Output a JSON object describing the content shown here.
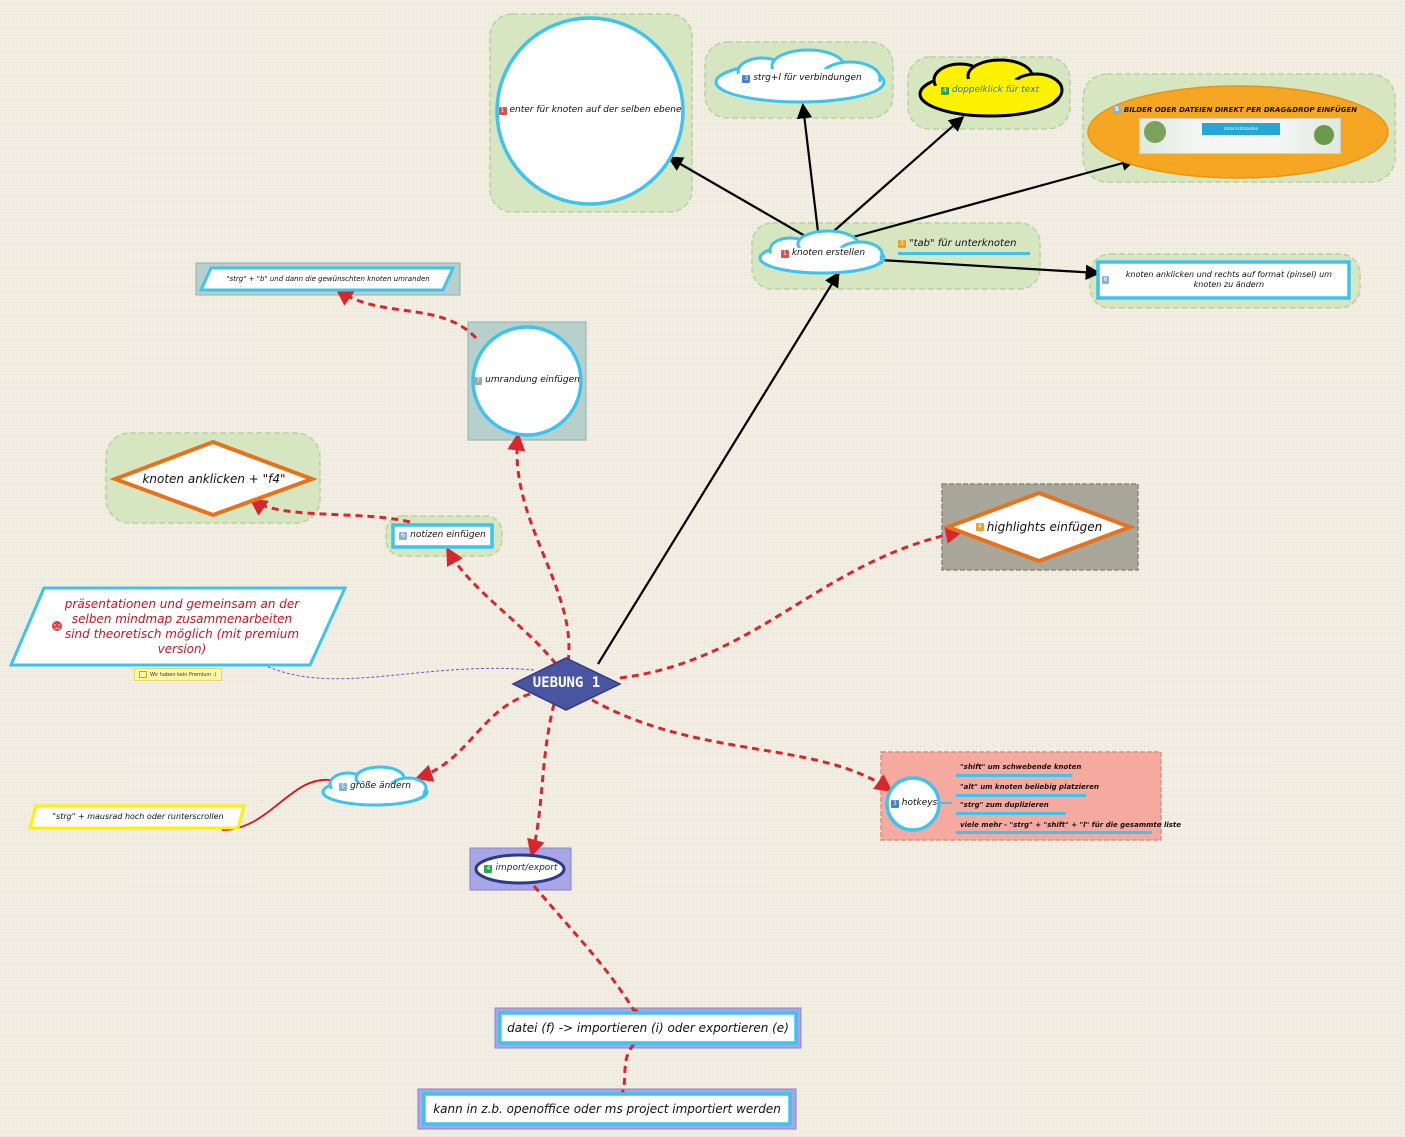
{
  "root": {
    "label": "UEBUNG 1",
    "color": "#4a55a2"
  },
  "nodes": {
    "knoten_erstellen": {
      "num": "1",
      "label": "knoten erstellen"
    },
    "enter": {
      "num": "1",
      "label": "enter für knoten auf der selben ebene"
    },
    "strg_l": {
      "num": "3",
      "label": "strg+l für verbindungen"
    },
    "doppelklick": {
      "num": "4",
      "label": "doppelklick für text"
    },
    "bilder": {
      "num": "5",
      "label": "BILDER ODER DATEIEN DIREKT PER DRAG&DROP EINFÜGEN"
    },
    "tab": {
      "num": "2",
      "label": "\"tab\" für unterknoten"
    },
    "format": {
      "num": "6",
      "label": "knoten anklicken und rechts auf format (pinsel) um knoten zu ändern"
    },
    "umrandung": {
      "num": "7",
      "label": "umrandung einfügen"
    },
    "strg_b": {
      "label": "\"strg\" + \"b\" und dann die gewünschten knoten umranden"
    },
    "notizen": {
      "num": "6",
      "label": "notizen einfügen"
    },
    "f4": {
      "label": "knoten anklicken + \"f4\""
    },
    "praesentation": {
      "label": "präsentationen und gemeinsam an der selben mindmap zusammenarbeiten sind theoretisch möglich (mit premium version)"
    },
    "note_badge": {
      "label": "Wir haben kein Premium :("
    },
    "highlights": {
      "num": "4",
      "label": "highlights einfügen"
    },
    "groesse": {
      "num": "5",
      "label": "größe ändern"
    },
    "mausrad": {
      "label": "\"strg\" + mausrad hoch oder runterscrollen"
    },
    "hotkeys": {
      "num": "3",
      "label": "hotkeys"
    },
    "import": {
      "num": "4",
      "label": "import/export"
    },
    "datei": {
      "label": "datei (f) -> importieren (i) oder exportieren (e)"
    },
    "openoffice": {
      "label": "kann in z.b. openoffice oder ms project importiert werden"
    }
  },
  "hotkeys_items": [
    "\"shift\" um schwebende knoten",
    "\"alt\" um knoten beliebig platzieren",
    "\"strg\" zum duplizieren",
    "viele mehr - \"strg\" + \"shift\" + \"l\" für die gesammte liste"
  ],
  "image": {
    "caption": "Unterrichtszeiten"
  },
  "colors": {
    "cyan": "#3cc3ee",
    "orange": "#e8711c",
    "red_dash": "#d9262c",
    "green_cloud": "#d5e6c0",
    "yellow": "#fff200",
    "purple_box": "#a9a6e6",
    "pink_box": "#f5aaa0",
    "gray_box": "#a9a69a",
    "teal_box": "#b8d0cc"
  }
}
